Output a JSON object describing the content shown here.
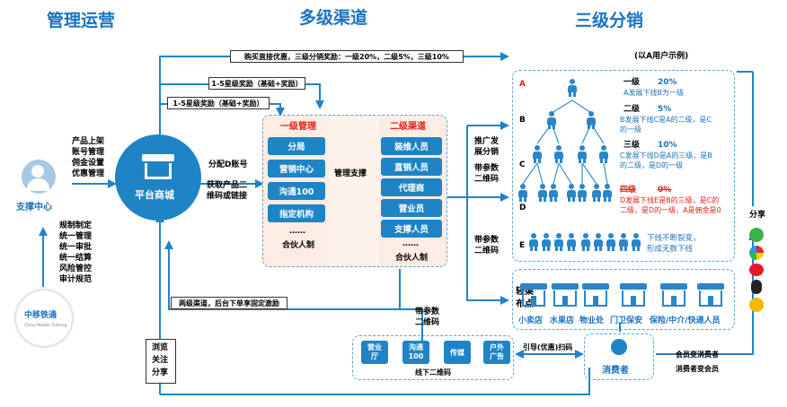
{
  "headers": {
    "management": "管理运营",
    "channels": "多级渠道",
    "distribution": "三级分销"
  },
  "support": {
    "label": "支撑中心",
    "items": [
      "规制制定",
      "统一管理",
      "统一审批",
      "统一结算",
      "风险管控",
      "审计规范"
    ],
    "logo_text": "中移铁通",
    "logo_subtext": "China Mobile Tietong"
  },
  "platform": {
    "label": "平台商城",
    "left_items": [
      "产品上架",
      "账号管理",
      "佣金设置",
      "优惠管理"
    ],
    "assign_label": "分配D账号",
    "get_label": [
      "获取产品二",
      "维码或链接"
    ]
  },
  "top_lines": {
    "line1": "购买直接优惠，三级分销奖励：一级20%，二级5%，三级10%",
    "line2": "1-5星级奖励（基础+奖励）",
    "line3": "1-5星级奖励（基础+奖励）",
    "example": "(以A用户示例)"
  },
  "level1": {
    "title": "一级管理",
    "items": [
      "分局",
      "营销中心",
      "沟通100",
      "指定机构"
    ],
    "dots": "……",
    "partner": "合伙人制"
  },
  "support_arrow": "管理支撑",
  "level2": {
    "title": "二级渠道",
    "items": [
      "装维人员",
      "直销人员",
      "代理商",
      "营业员",
      "支撑人员"
    ],
    "dots": "……",
    "partner": "合伙人制"
  },
  "mid_labels": {
    "promote": [
      "推广发",
      "展分销"
    ],
    "qr1": [
      "带参数",
      "二维码"
    ],
    "qr2": [
      "带参数",
      "二维码"
    ],
    "qr3": [
      "带参数",
      "二维码"
    ]
  },
  "tree": {
    "levels": [
      "A",
      "B",
      "C",
      "D",
      "E"
    ],
    "l1_title": "一级",
    "l1_pct": "20%",
    "l1_desc": "A发展下线B为一级",
    "l2_title": "二级",
    "l2_pct": "5%",
    "l2_desc": [
      "B发展下线C是A的二级，是C",
      "的一级"
    ],
    "l3_title": "三级",
    "l3_pct": "10%",
    "l3_desc": [
      "C发展下线D是A的三级，是B",
      "的二级，是D的一级"
    ],
    "l4_title": "四级",
    "l4_pct": "0%",
    "l4_desc": [
      "D发展下线E是B的三级，是C的",
      "二级，是D的一级，A是佣金是0"
    ],
    "bottom": [
      "下线不断裂变，",
      "形成无数下线"
    ]
  },
  "share_label": "分享",
  "light_channels": {
    "title": [
      "轻渠",
      "布点"
    ],
    "shops": [
      "小卖店",
      "水果店",
      "物业处",
      "门卫保安",
      "保险/中介/快递人员"
    ]
  },
  "bottom": {
    "two_level": "两级渠道，后台下单享固定激励",
    "browse": [
      "浏览",
      "关注",
      "分享"
    ],
    "qr_mid": [
      "带参数",
      "二维码"
    ],
    "offline": [
      "营业",
      "厅"
    ],
    "offline2": [
      "沟通",
      "100"
    ],
    "offline3": "传媒",
    "offline4": [
      "户外",
      "广告"
    ],
    "offline_label": "线下二维码",
    "guide": "引导(优惠)扫码",
    "consumer": "消费者",
    "to_member1": "会员变消费者",
    "to_member2": "消费者变会员"
  },
  "colors": {
    "accent": "#1f84c6",
    "header": "#1a73c0",
    "red": "#e0201a",
    "panel": "#fdece3",
    "dashed": "#5aa6d8"
  }
}
